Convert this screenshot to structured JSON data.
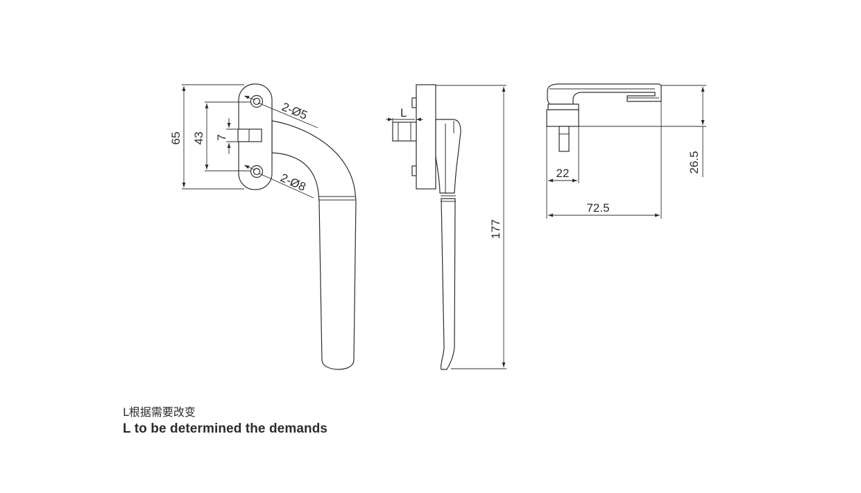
{
  "front_view": {
    "dims": {
      "overall_height": "65",
      "hole_spacing": "43",
      "spindle_width": "7",
      "small_holes": "2-Ø5",
      "large_holes": "2-Ø8"
    }
  },
  "side_view": {
    "dims": {
      "spindle_length": "L",
      "handle_length": "177"
    }
  },
  "top_view": {
    "dims": {
      "height": "26.5",
      "offset": "22",
      "overall_width": "72.5"
    }
  },
  "notes": {
    "chinese": "L根据需要改变",
    "english": "L to be determined the demands"
  }
}
